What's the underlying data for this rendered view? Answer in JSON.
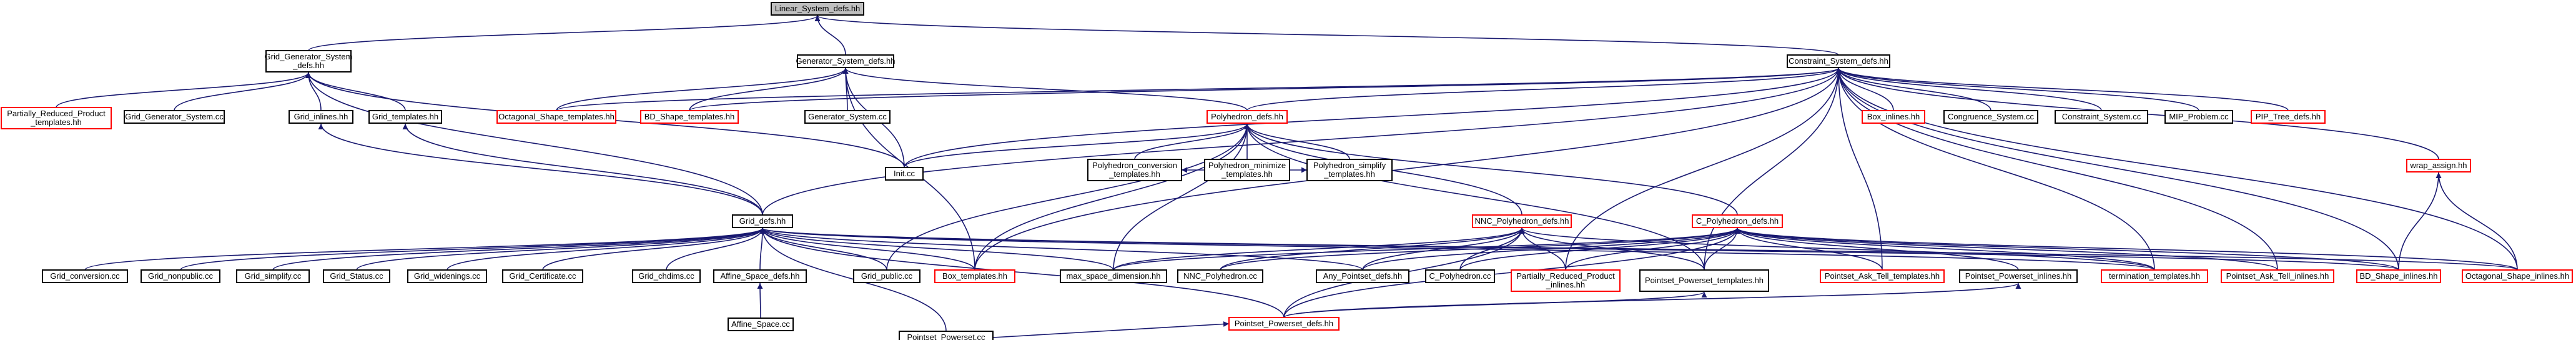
{
  "colors": {
    "edge": "#191970",
    "black_border": "#000000",
    "red_border": "#ff0000",
    "root_fill": "#bfbfbf",
    "node_fill": "#ffffff",
    "text": "#000000"
  },
  "nodes": [
    {
      "id": "linear_system_defs",
      "lines": [
        "Linear_System_defs.hh"
      ],
      "border": "black",
      "root": true
    },
    {
      "id": "grid_generator_system_defs",
      "lines": [
        "Grid_Generator_System",
        "_defs.hh"
      ],
      "border": "black"
    },
    {
      "id": "generator_system_defs",
      "lines": [
        "Generator_System_defs.hh"
      ],
      "border": "black"
    },
    {
      "id": "constraint_system_defs",
      "lines": [
        "Constraint_System_defs.hh"
      ],
      "border": "black"
    },
    {
      "id": "partially_reduced_product_templates",
      "lines": [
        "Partially_Reduced_Product",
        "_templates.hh"
      ],
      "border": "red"
    },
    {
      "id": "grid_generator_system_cc",
      "lines": [
        "Grid_Generator_System.cc"
      ],
      "border": "black"
    },
    {
      "id": "grid_inlines",
      "lines": [
        "Grid_inlines.hh"
      ],
      "border": "black"
    },
    {
      "id": "grid_templates",
      "lines": [
        "Grid_templates.hh"
      ],
      "border": "black"
    },
    {
      "id": "octagonal_shape_templates",
      "lines": [
        "Octagonal_Shape_templates.hh"
      ],
      "border": "red"
    },
    {
      "id": "bd_shape_templates",
      "lines": [
        "BD_Shape_templates.hh"
      ],
      "border": "red"
    },
    {
      "id": "generator_system_cc",
      "lines": [
        "Generator_System.cc"
      ],
      "border": "black"
    },
    {
      "id": "polyhedron_defs",
      "lines": [
        "Polyhedron_defs.hh"
      ],
      "border": "red"
    },
    {
      "id": "box_inlines",
      "lines": [
        "Box_inlines.hh"
      ],
      "border": "red"
    },
    {
      "id": "congruence_system_cc",
      "lines": [
        "Congruence_System.cc"
      ],
      "border": "black"
    },
    {
      "id": "constraint_system_cc",
      "lines": [
        "Constraint_System.cc"
      ],
      "border": "black"
    },
    {
      "id": "mip_problem_cc",
      "lines": [
        "MIP_Problem.cc"
      ],
      "border": "black"
    },
    {
      "id": "pip_tree_defs",
      "lines": [
        "PIP_Tree_defs.hh"
      ],
      "border": "red"
    },
    {
      "id": "init_cc",
      "lines": [
        "Init.cc"
      ],
      "border": "black"
    },
    {
      "id": "polyhedron_conversion_templates",
      "lines": [
        "Polyhedron_conversion",
        "_templates.hh"
      ],
      "border": "black"
    },
    {
      "id": "polyhedron_minimize_templates",
      "lines": [
        "Polyhedron_minimize",
        "_templates.hh"
      ],
      "border": "black"
    },
    {
      "id": "polyhedron_simplify_templates",
      "lines": [
        "Polyhedron_simplify",
        "_templates.hh"
      ],
      "border": "black"
    },
    {
      "id": "wrap_assign",
      "lines": [
        "wrap_assign.hh"
      ],
      "border": "red"
    },
    {
      "id": "grid_defs",
      "lines": [
        "Grid_defs.hh"
      ],
      "border": "black"
    },
    {
      "id": "nnc_polyhedron_defs",
      "lines": [
        "NNC_Polyhedron_defs.hh"
      ],
      "border": "red"
    },
    {
      "id": "c_polyhedron_defs",
      "lines": [
        "C_Polyhedron_defs.hh"
      ],
      "border": "red"
    },
    {
      "id": "grid_conversion_cc",
      "lines": [
        "Grid_conversion.cc"
      ],
      "border": "black"
    },
    {
      "id": "grid_nonpublic_cc",
      "lines": [
        "Grid_nonpublic.cc"
      ],
      "border": "black"
    },
    {
      "id": "grid_simplify_cc",
      "lines": [
        "Grid_simplify.cc"
      ],
      "border": "black"
    },
    {
      "id": "grid_status_cc",
      "lines": [
        "Grid_Status.cc"
      ],
      "border": "black"
    },
    {
      "id": "grid_widenings_cc",
      "lines": [
        "Grid_widenings.cc"
      ],
      "border": "black"
    },
    {
      "id": "grid_certificate_cc",
      "lines": [
        "Grid_Certificate.cc"
      ],
      "border": "black"
    },
    {
      "id": "grid_chdims_cc",
      "lines": [
        "Grid_chdims.cc"
      ],
      "border": "black"
    },
    {
      "id": "affine_space_defs",
      "lines": [
        "Affine_Space_defs.hh"
      ],
      "border": "black"
    },
    {
      "id": "grid_public_cc",
      "lines": [
        "Grid_public.cc"
      ],
      "border": "black"
    },
    {
      "id": "box_templates",
      "lines": [
        "Box_templates.hh"
      ],
      "border": "red"
    },
    {
      "id": "max_space_dimension",
      "lines": [
        "max_space_dimension.hh"
      ],
      "border": "black"
    },
    {
      "id": "nnc_polyhedron_cc",
      "lines": [
        "NNC_Polyhedron.cc"
      ],
      "border": "black"
    },
    {
      "id": "any_pointset_defs",
      "lines": [
        "Any_Pointset_defs.hh"
      ],
      "border": "black"
    },
    {
      "id": "c_polyhedron_cc",
      "lines": [
        "C_Polyhedron.cc"
      ],
      "border": "black"
    },
    {
      "id": "partially_reduced_product_inlines",
      "lines": [
        "Partially_Reduced_Product",
        "_inlines.hh"
      ],
      "border": "red"
    },
    {
      "id": "pointset_powerset_templates",
      "lines": [
        "Pointset_Powerset_templates.hh"
      ],
      "border": "black"
    },
    {
      "id": "pointset_ask_tell_templates",
      "lines": [
        "Pointset_Ask_Tell_templates.hh"
      ],
      "border": "red"
    },
    {
      "id": "pointset_powerset_inlines",
      "lines": [
        "Pointset_Powerset_inlines.hh"
      ],
      "border": "black"
    },
    {
      "id": "termination_templates",
      "lines": [
        "termination_templates.hh"
      ],
      "border": "red"
    },
    {
      "id": "pointset_ask_tell_inlines",
      "lines": [
        "Pointset_Ask_Tell_inlines.hh"
      ],
      "border": "red"
    },
    {
      "id": "bd_shape_inlines",
      "lines": [
        "BD_Shape_inlines.hh"
      ],
      "border": "red"
    },
    {
      "id": "octagonal_shape_inlines",
      "lines": [
        "Octagonal_Shape_inlines.hh"
      ],
      "border": "red"
    },
    {
      "id": "affine_space_cc",
      "lines": [
        "Affine_Space.cc"
      ],
      "border": "black"
    },
    {
      "id": "pointset_powerset_defs",
      "lines": [
        "Pointset_Powerset_defs.hh"
      ],
      "border": "red"
    },
    {
      "id": "pointset_powerset_cc",
      "lines": [
        "Pointset_Powerset.cc"
      ],
      "border": "black"
    }
  ],
  "edges": [
    [
      "grid_generator_system_defs",
      "linear_system_defs"
    ],
    [
      "generator_system_defs",
      "linear_system_defs"
    ],
    [
      "constraint_system_defs",
      "linear_system_defs"
    ],
    [
      "partially_reduced_product_templates",
      "grid_generator_system_defs"
    ],
    [
      "grid_generator_system_cc",
      "grid_generator_system_defs"
    ],
    [
      "grid_inlines",
      "grid_generator_system_defs"
    ],
    [
      "grid_templates",
      "grid_generator_system_defs"
    ],
    [
      "grid_defs",
      "grid_generator_system_defs"
    ],
    [
      "init_cc",
      "grid_generator_system_defs"
    ],
    [
      "octagonal_shape_templates",
      "generator_system_defs"
    ],
    [
      "bd_shape_templates",
      "generator_system_defs"
    ],
    [
      "generator_system_cc",
      "generator_system_defs"
    ],
    [
      "polyhedron_defs",
      "generator_system_defs"
    ],
    [
      "init_cc",
      "generator_system_defs"
    ],
    [
      "box_templates",
      "generator_system_defs"
    ],
    [
      "octagonal_shape_templates",
      "constraint_system_defs"
    ],
    [
      "bd_shape_templates",
      "constraint_system_defs"
    ],
    [
      "polyhedron_defs",
      "constraint_system_defs"
    ],
    [
      "box_inlines",
      "constraint_system_defs"
    ],
    [
      "congruence_system_cc",
      "constraint_system_defs"
    ],
    [
      "constraint_system_cc",
      "constraint_system_defs"
    ],
    [
      "mip_problem_cc",
      "constraint_system_defs"
    ],
    [
      "pip_tree_defs",
      "constraint_system_defs"
    ],
    [
      "wrap_assign",
      "constraint_system_defs"
    ],
    [
      "init_cc",
      "constraint_system_defs"
    ],
    [
      "grid_defs",
      "constraint_system_defs"
    ],
    [
      "box_templates",
      "constraint_system_defs"
    ],
    [
      "partially_reduced_product_inlines",
      "constraint_system_defs"
    ],
    [
      "pointset_powerset_templates",
      "constraint_system_defs"
    ],
    [
      "pointset_ask_tell_templates",
      "constraint_system_defs"
    ],
    [
      "termination_templates",
      "constraint_system_defs"
    ],
    [
      "pointset_ask_tell_inlines",
      "constraint_system_defs"
    ],
    [
      "bd_shape_inlines",
      "constraint_system_defs"
    ],
    [
      "octagonal_shape_inlines",
      "constraint_system_defs"
    ],
    [
      "grid_defs",
      "grid_inlines"
    ],
    [
      "grid_defs",
      "grid_templates"
    ],
    [
      "polyhedron_conversion_templates",
      "polyhedron_defs"
    ],
    [
      "polyhedron_minimize_templates",
      "polyhedron_defs"
    ],
    [
      "polyhedron_simplify_templates",
      "polyhedron_defs"
    ],
    [
      "nnc_polyhedron_defs",
      "polyhedron_defs"
    ],
    [
      "c_polyhedron_defs",
      "polyhedron_defs"
    ],
    [
      "init_cc",
      "polyhedron_defs"
    ],
    [
      "grid_public_cc",
      "polyhedron_defs"
    ],
    [
      "box_templates",
      "polyhedron_defs"
    ],
    [
      "max_space_dimension",
      "polyhedron_defs"
    ],
    [
      "pointset_powerset_templates",
      "polyhedron_defs"
    ],
    [
      "polyhedron_minimize_templates",
      "polyhedron_conversion_templates"
    ],
    [
      "polyhedron_minimize_templates",
      "polyhedron_simplify_templates"
    ],
    [
      "bd_shape_inlines",
      "wrap_assign"
    ],
    [
      "octagonal_shape_inlines",
      "wrap_assign"
    ],
    [
      "grid_conversion_cc",
      "grid_defs"
    ],
    [
      "grid_nonpublic_cc",
      "grid_defs"
    ],
    [
      "grid_simplify_cc",
      "grid_defs"
    ],
    [
      "grid_status_cc",
      "grid_defs"
    ],
    [
      "grid_widenings_cc",
      "grid_defs"
    ],
    [
      "grid_certificate_cc",
      "grid_defs"
    ],
    [
      "grid_chdims_cc",
      "grid_defs"
    ],
    [
      "affine_space_defs",
      "grid_defs"
    ],
    [
      "grid_public_cc",
      "grid_defs"
    ],
    [
      "box_templates",
      "grid_defs"
    ],
    [
      "max_space_dimension",
      "grid_defs"
    ],
    [
      "any_pointset_defs",
      "grid_defs"
    ],
    [
      "pointset_powerset_defs",
      "grid_defs"
    ],
    [
      "pointset_powerset_cc",
      "grid_defs"
    ],
    [
      "termination_templates",
      "grid_defs"
    ],
    [
      "bd_shape_inlines",
      "grid_defs"
    ],
    [
      "octagonal_shape_inlines",
      "grid_defs"
    ],
    [
      "max_space_dimension",
      "nnc_polyhedron_defs"
    ],
    [
      "nnc_polyhedron_cc",
      "nnc_polyhedron_defs"
    ],
    [
      "any_pointset_defs",
      "nnc_polyhedron_defs"
    ],
    [
      "c_polyhedron_cc",
      "nnc_polyhedron_defs"
    ],
    [
      "partially_reduced_product_inlines",
      "nnc_polyhedron_defs"
    ],
    [
      "pointset_powerset_templates",
      "nnc_polyhedron_defs"
    ],
    [
      "pointset_powerset_defs",
      "nnc_polyhedron_defs"
    ],
    [
      "termination_templates",
      "nnc_polyhedron_defs"
    ],
    [
      "max_space_dimension",
      "c_polyhedron_defs"
    ],
    [
      "nnc_polyhedron_cc",
      "c_polyhedron_defs"
    ],
    [
      "any_pointset_defs",
      "c_polyhedron_defs"
    ],
    [
      "c_polyhedron_cc",
      "c_polyhedron_defs"
    ],
    [
      "partially_reduced_product_inlines",
      "c_polyhedron_defs"
    ],
    [
      "pointset_powerset_templates",
      "c_polyhedron_defs"
    ],
    [
      "pointset_ask_tell_templates",
      "c_polyhedron_defs"
    ],
    [
      "pointset_powerset_inlines",
      "c_polyhedron_defs"
    ],
    [
      "termination_templates",
      "c_polyhedron_defs"
    ],
    [
      "pointset_ask_tell_inlines",
      "c_polyhedron_defs"
    ],
    [
      "bd_shape_inlines",
      "c_polyhedron_defs"
    ],
    [
      "octagonal_shape_inlines",
      "c_polyhedron_defs"
    ],
    [
      "pointset_powerset_defs",
      "c_polyhedron_defs"
    ],
    [
      "affine_space_cc",
      "affine_space_defs"
    ],
    [
      "pointset_powerset_defs",
      "pointset_powerset_templates"
    ],
    [
      "pointset_powerset_defs",
      "pointset_powerset_inlines"
    ],
    [
      "pointset_powerset_cc",
      "pointset_powerset_defs"
    ]
  ]
}
